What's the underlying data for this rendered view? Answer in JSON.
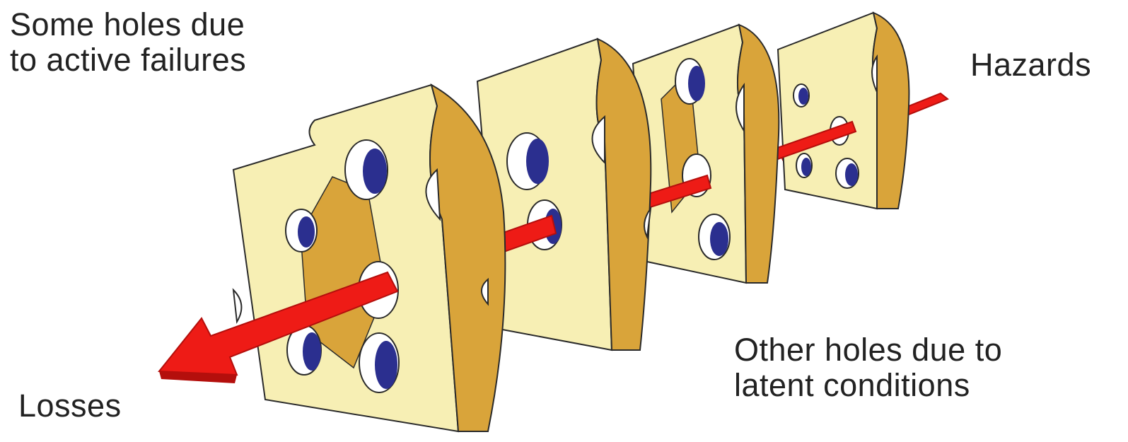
{
  "labels": {
    "active_failures": [
      "Some holes due",
      "to active failures"
    ],
    "hazards": "Hazards",
    "latent_conditions": [
      "Other holes due to",
      "latent conditions"
    ],
    "losses": "Losses"
  },
  "colors": {
    "cheese_face": "#f7efb4",
    "cheese_side": "#d9a43a",
    "cheese_side_dark": "#b9842a",
    "hole_fill": "#2b2f8f",
    "arrow": "#ee1b16",
    "arrow_dark": "#b40f0c",
    "outline": "#2a2a2a"
  },
  "slices": [
    {
      "name": "slice-1"
    },
    {
      "name": "slice-2"
    },
    {
      "name": "slice-3"
    },
    {
      "name": "slice-4"
    }
  ]
}
